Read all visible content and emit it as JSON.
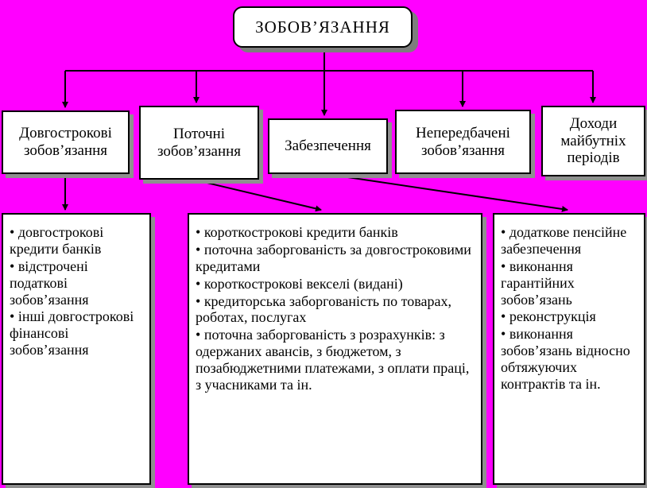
{
  "title": "ЗОБОВ’ЯЗАННЯ",
  "colors": {
    "background": "#FF00FF",
    "box_fill": "#FFFFFF",
    "border": "#000000",
    "shadow": "#8F8F8F"
  },
  "level1": [
    {
      "label": "Довгострокові зобов’язання"
    },
    {
      "label": "Поточні зобов’язання"
    },
    {
      "label": "Забезпечення"
    },
    {
      "label": "Непередбачені зобов’язання"
    },
    {
      "label": "Доходи майбутніх періодів"
    }
  ],
  "details": {
    "long_term": {
      "items": [
        "довгострокові кредити банків",
        "відстрочені податкові зобов’язання",
        "інші довгострокові фінансові зобов’язання"
      ]
    },
    "current": {
      "items": [
        "короткострокові кредити банків",
        "поточна заборгованість за довгостроковими кредитами",
        "короткострокові векселі (видані)",
        "кредиторська заборгованість по товарах, роботах, послугах",
        "поточна заборгованість з розрахунків: з одержаних авансів, з бюджетом, з позабюджетними платежами, з оплати праці, з учасниками та ін."
      ]
    },
    "provisions": {
      "items": [
        "додаткове пенсійне забезпечення",
        "виконання гарантійних зобов’язань",
        "реконструкція",
        "виконання зобов’язань відносно обтяжуючих контрактів та ін."
      ]
    }
  }
}
